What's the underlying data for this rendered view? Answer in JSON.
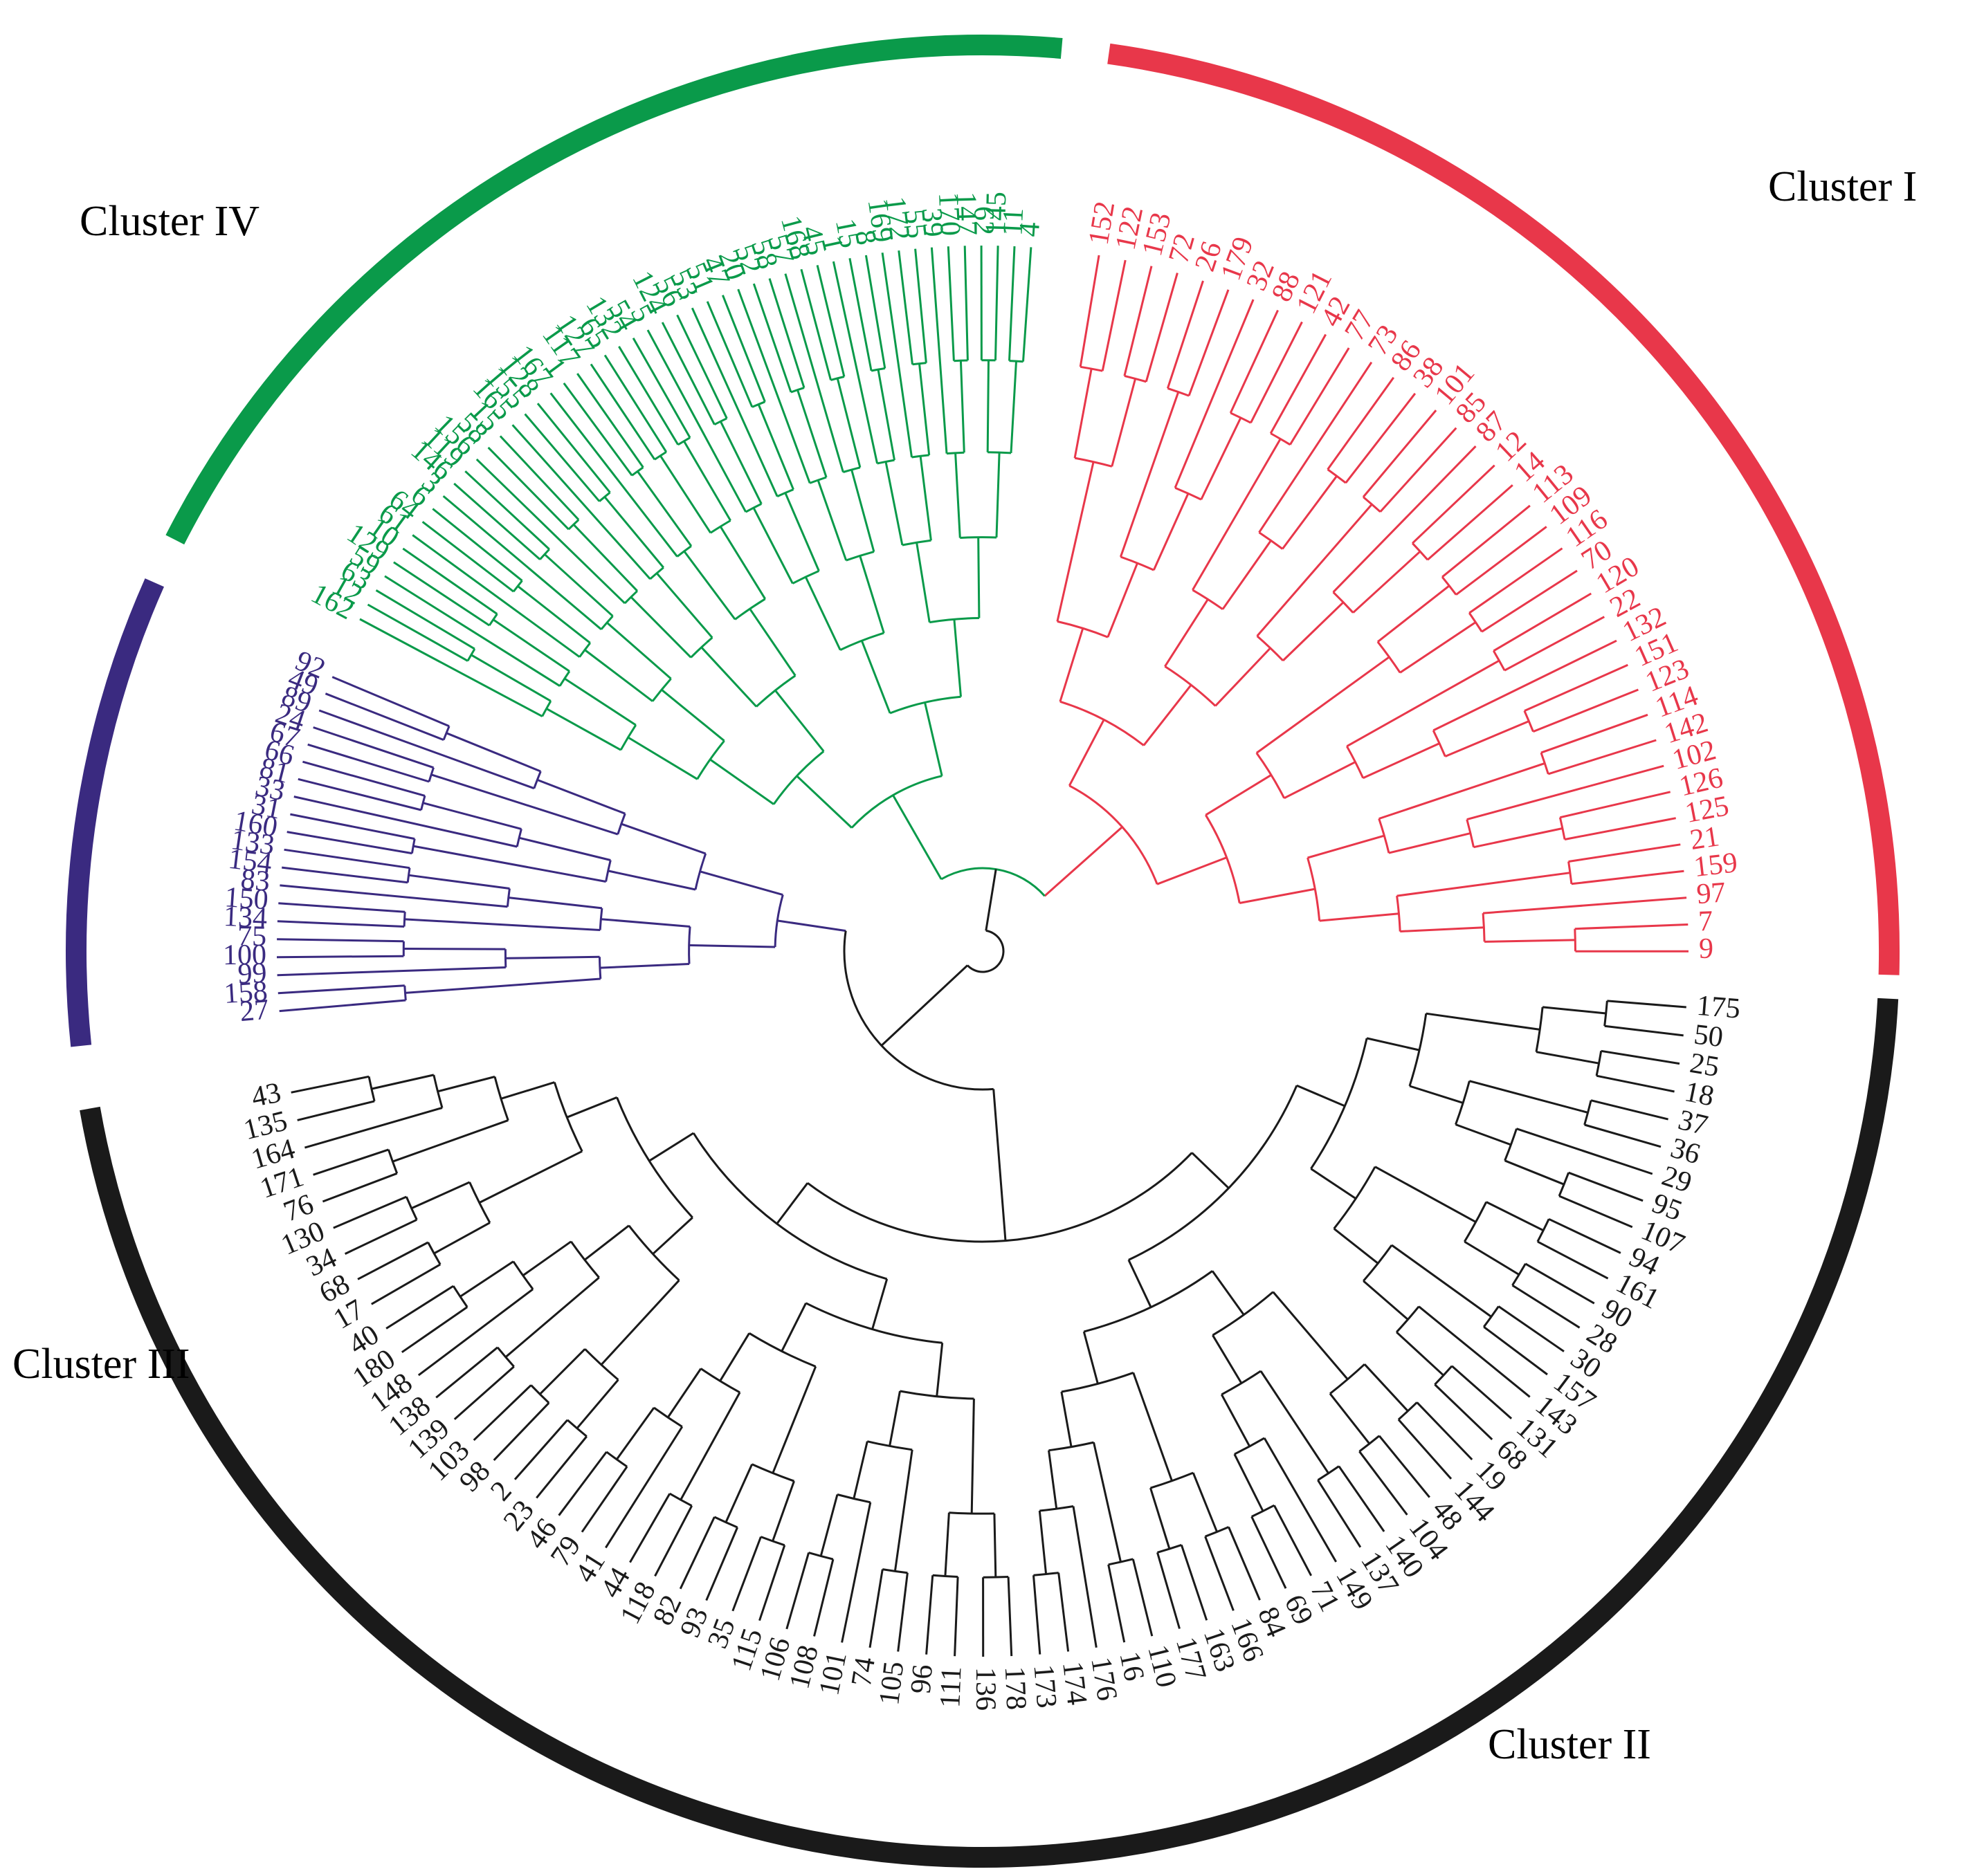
{
  "clusters": [
    {
      "id": "I",
      "label": "Cluster I",
      "color": "#e8374a",
      "leaves": [
        "152",
        "122",
        "153",
        "72",
        "26",
        "179",
        "32",
        "88",
        "121",
        "42",
        "77",
        "73",
        "86",
        "38",
        "101",
        "85",
        "87",
        "12",
        "14",
        "113",
        "109",
        "116",
        "70",
        "120",
        "22",
        "132",
        "151",
        "123",
        "114",
        "142",
        "102",
        "126",
        "125",
        "21",
        "159",
        "97",
        "7",
        "9"
      ]
    },
    {
      "id": "II",
      "label": "Cluster II",
      "color": "#1a1a1a",
      "leaves": [
        "175",
        "50",
        "25",
        "18",
        "37",
        "36",
        "29",
        "95",
        "107",
        "94",
        "161",
        "90",
        "28",
        "30",
        "157",
        "143",
        "131",
        "68",
        "19",
        "144",
        "48",
        "104",
        "140",
        "137",
        "149",
        "71",
        "69",
        "84",
        "166",
        "163",
        "177",
        "110",
        "16",
        "176",
        "174",
        "173",
        "178",
        "136",
        "111",
        "96",
        "105",
        "74",
        "101",
        "108",
        "106",
        "115",
        "35",
        "93",
        "82",
        "118",
        "44",
        "41",
        "79",
        "46",
        "23",
        "2",
        "98",
        "103",
        "139",
        "138",
        "148",
        "180",
        "40",
        "17",
        "68",
        "34",
        "130",
        "76",
        "171",
        "164",
        "135",
        "43"
      ]
    },
    {
      "id": "III",
      "label": "Cluster III",
      "color": "#3a2a80",
      "leaves": [
        "27",
        "158",
        "99",
        "100",
        "75",
        "134",
        "150",
        "83",
        "154",
        "133",
        "160",
        "31",
        "33",
        "81",
        "66",
        "67",
        "24",
        "89",
        "49",
        "92"
      ]
    },
    {
      "id": "IV",
      "label": "Cluster IV",
      "color": "#0a9a4a",
      "leaves": [
        "162",
        "12",
        "63",
        "59",
        "129",
        "10",
        "61",
        "64",
        "6",
        "3",
        "146",
        "119",
        "156",
        "58",
        "15",
        "165",
        "155",
        "128",
        "167",
        "1",
        "117",
        "127",
        "65",
        "132",
        "54",
        "5",
        "124",
        "56",
        "53",
        "51",
        "47",
        "20",
        "52",
        "58",
        "57",
        "168",
        "45",
        "1",
        "15",
        "8",
        "169",
        "172",
        "55",
        "39",
        "170",
        "147",
        "62",
        "145",
        "11",
        "4"
      ]
    }
  ]
}
